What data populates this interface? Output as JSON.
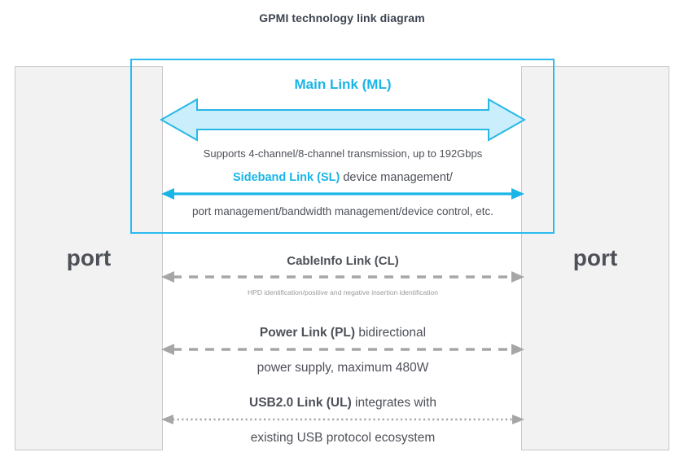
{
  "diagram": {
    "title": "GPMI technology link diagram",
    "ports": {
      "left_label": "port",
      "right_label": "port"
    },
    "colors": {
      "accent_cyan": "#19b5e8",
      "highlight_border": "#2bbbee",
      "main_arrow_fill": "#caeefb",
      "main_arrow_stroke": "#29b8e5",
      "dash_gray": "#a6a6a6",
      "text_dark": "#4e5058",
      "caption_gray": "#9a9a9a",
      "port_fill": "#f2f2f2",
      "port_border": "#c9c9c9"
    },
    "links": [
      {
        "id": "main-link",
        "label": "Main Link (ML)",
        "label_color": "cyan",
        "arrow_style": "block-double",
        "caption": "Supports 4-channel/8-channel transmission, up to 192Gbps"
      },
      {
        "id": "sideband-link",
        "label": "Sideband Link (SL)",
        "label_color": "cyan",
        "label_suffix": " device management/",
        "arrow_style": "solid-double-cyan",
        "caption": "port management/bandwidth management/device control, etc."
      },
      {
        "id": "cableinfo-link",
        "label": "CableInfo Link (CL)",
        "label_color": "dark",
        "label_suffix": "",
        "arrow_style": "dashed-double-gray",
        "caption": "HPD identification/positive and negative insertion identification"
      },
      {
        "id": "power-link",
        "label": "Power Link (PL)",
        "label_color": "dark",
        "label_suffix": " bidirectional",
        "arrow_style": "dashed-double-gray",
        "caption": "power supply, maximum 480W"
      },
      {
        "id": "usb-link",
        "label": "USB2.0 Link (UL)",
        "label_color": "dark",
        "label_suffix": " integrates with",
        "arrow_style": "dotted-double-gray",
        "caption": "existing USB protocol ecosystem"
      }
    ]
  }
}
